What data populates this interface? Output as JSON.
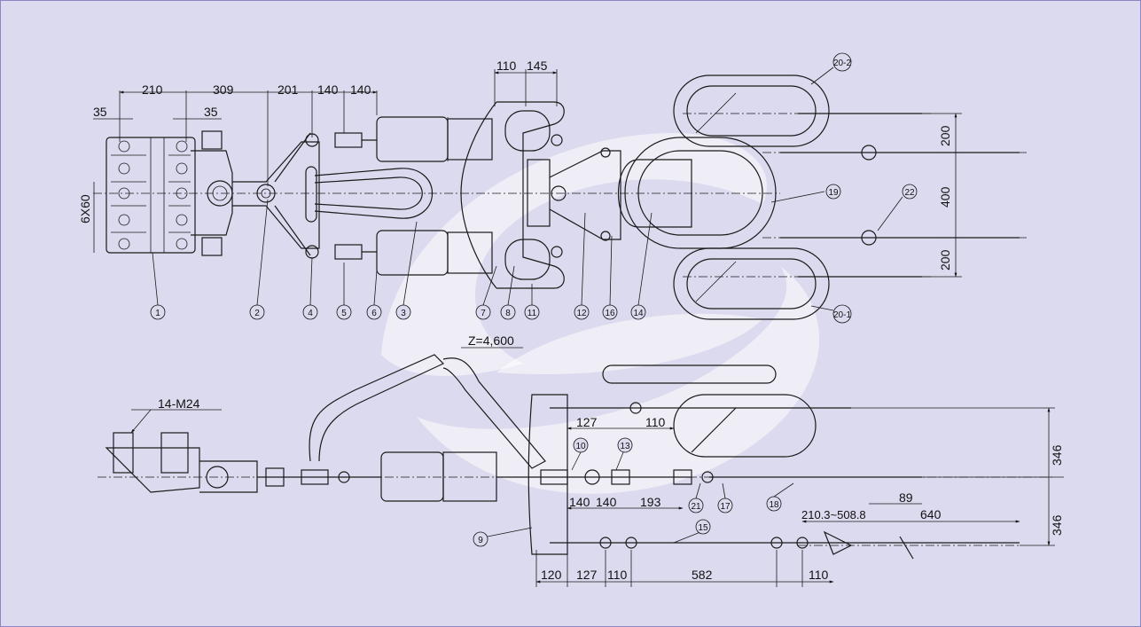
{
  "top_view": {
    "dimensions": [
      "210",
      "309",
      "201",
      "140",
      "140",
      "35",
      "35",
      "6X60",
      "110",
      "145",
      "200",
      "400",
      "200"
    ],
    "part_callouts": [
      "1",
      "2",
      "4",
      "5",
      "6",
      "3",
      "7",
      "8",
      "11",
      "12",
      "16",
      "14",
      "19",
      "22",
      "20-2",
      "20-1"
    ]
  },
  "side_view": {
    "annotations": [
      "Z=4,600",
      "14-M24"
    ],
    "dimensions": [
      "127",
      "110",
      "140",
      "140",
      "193",
      "346",
      "346",
      "89",
      "210.3~508.8",
      "640",
      "120",
      "127",
      "110",
      "582",
      "110"
    ],
    "part_callouts": [
      "10",
      "13",
      "9",
      "21",
      "17",
      "18",
      "15"
    ]
  }
}
